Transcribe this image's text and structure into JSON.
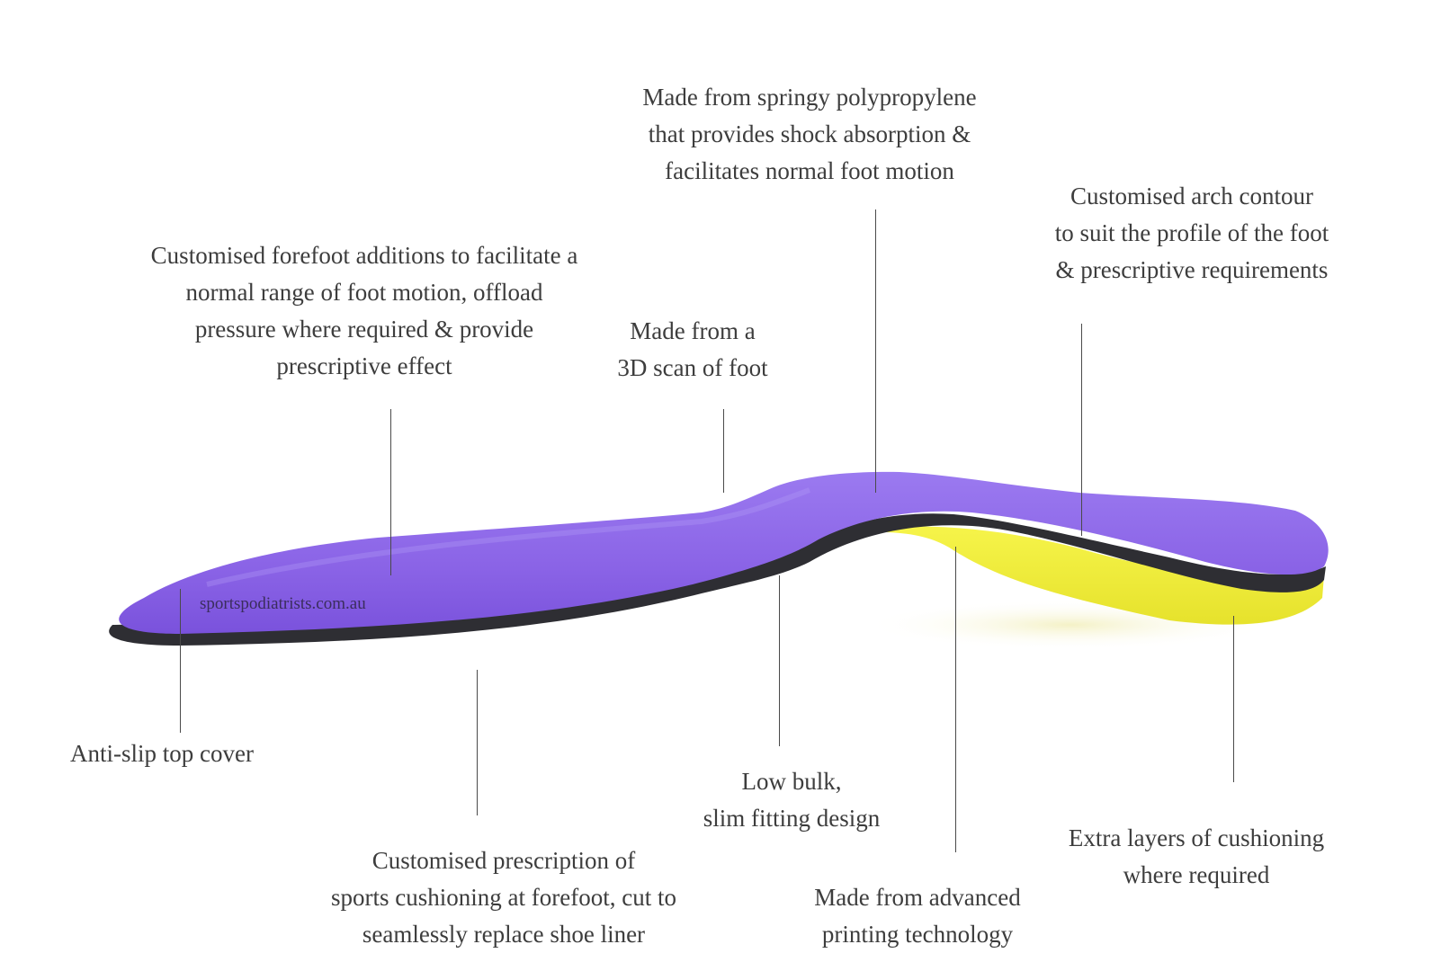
{
  "watermark": "sportspodiatrists.com.au",
  "colors": {
    "top_cover": "#8a63e6",
    "top_cover_shade": "#6d49cc",
    "shell": "#2e2e33",
    "cushion": "#f2f03a",
    "text": "#3d3d3d"
  },
  "annotations": {
    "polypropylene": [
      "Made from springy polypropylene",
      "that provides shock absorption &",
      "facilitates normal foot motion"
    ],
    "arch": [
      "Customised arch contour",
      "to suit the profile of the foot",
      "& prescriptive requirements"
    ],
    "forefoot": [
      "Customised forefoot additions to facilitate a",
      "normal range of foot motion, offload",
      "pressure where required & provide",
      "prescriptive effect"
    ],
    "scan": [
      "Made from a",
      "3D scan of foot"
    ],
    "antislip": [
      "Anti-slip top cover"
    ],
    "lowbulk": [
      "Low bulk,",
      "slim fitting design"
    ],
    "cushioning": [
      "Customised prescription of",
      "sports cushioning at forefoot, cut to",
      "seamlessly replace shoe liner"
    ],
    "printing": [
      "Made from advanced",
      "printing technology"
    ],
    "extra": [
      "Extra layers of cushioning",
      "where required"
    ]
  }
}
